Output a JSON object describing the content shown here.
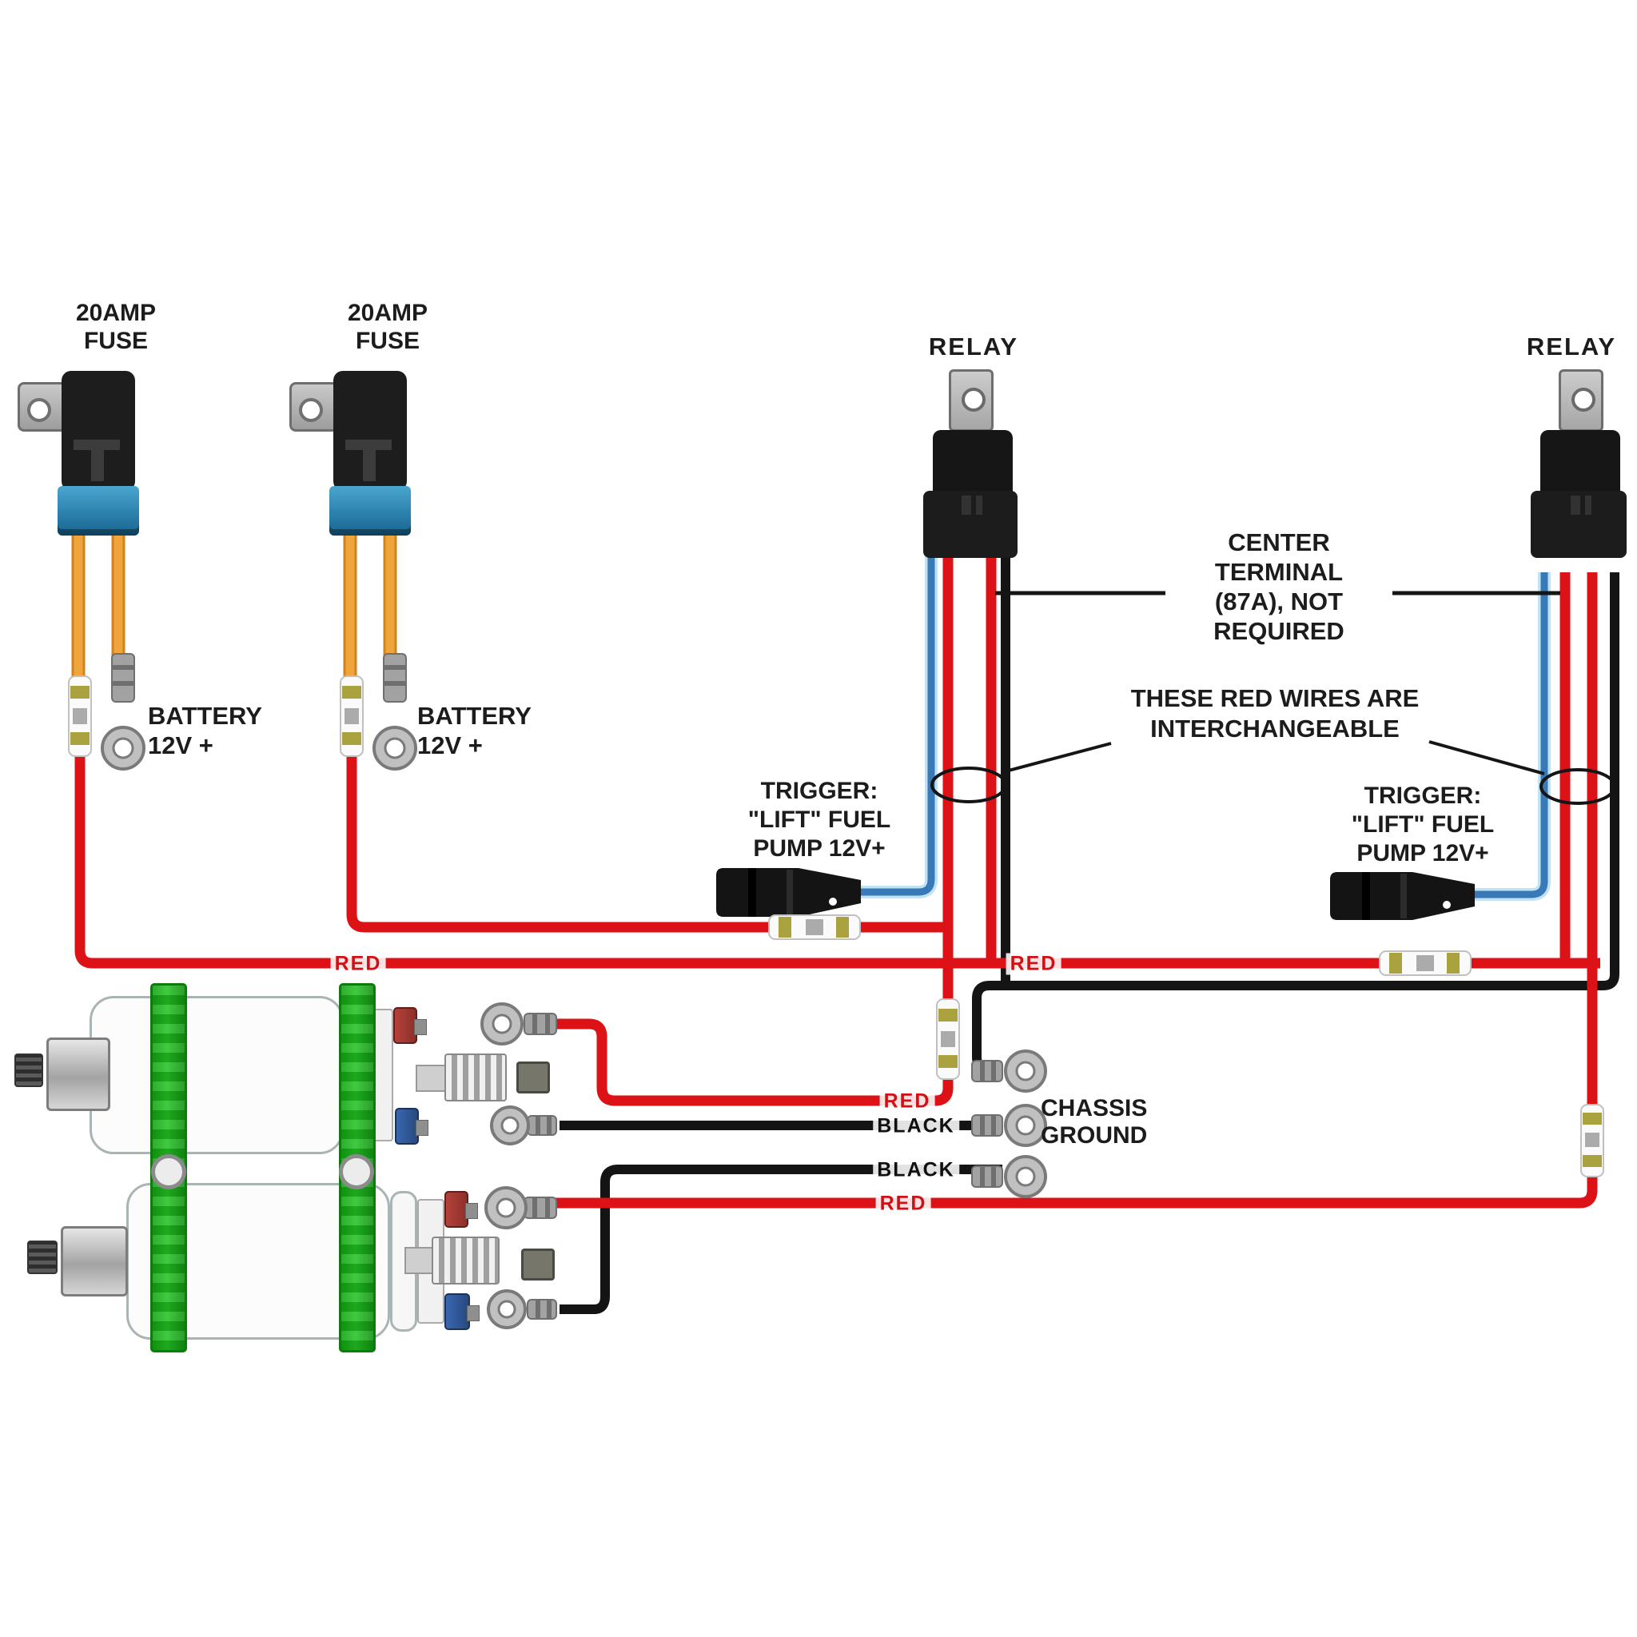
{
  "labels": {
    "fuse1": {
      "line1": "20AMP",
      "line2": "FUSE"
    },
    "fuse2": {
      "line1": "20AMP",
      "line2": "FUSE"
    },
    "relay1": "RELAY",
    "relay2": "RELAY",
    "battery1": {
      "line1": "BATTERY",
      "line2": "12V +"
    },
    "battery2": {
      "line1": "BATTERY",
      "line2": "12V +"
    },
    "center_terminal": {
      "line1": "CENTER",
      "line2": "TERMINAL",
      "line3": "(87A), NOT",
      "line4": "REQUIRED"
    },
    "interchangeable": {
      "line1": "THESE RED WIRES ARE",
      "line2": "INTERCHANGEABLE"
    },
    "trigger1": {
      "line1": "TRIGGER:",
      "line2": "\"LIFT\" FUEL",
      "line3": "PUMP 12V+"
    },
    "trigger2": {
      "line1": "TRIGGER:",
      "line2": "\"LIFT\" FUEL",
      "line3": "PUMP 12V+"
    },
    "chassis_ground": {
      "line1": "CHASSIS",
      "line2": "GROUND"
    }
  },
  "wire_labels": {
    "red_main_left": "RED",
    "red_main_right": "RED",
    "red_pump1": "RED",
    "black_pump1": "BLACK",
    "black_pump2": "BLACK",
    "red_pump2": "RED"
  },
  "colors": {
    "wire_red": "#dd1217",
    "wire_black": "#141414",
    "wire_blue": "#3a79b8",
    "wire_blue_halo": "#bfe3f2",
    "wire_orange": "#f0a43c",
    "wire_orange_dark": "#d2821c",
    "strap_green": "#2bc42b",
    "fuse_band_blue": "#2b86b4"
  }
}
